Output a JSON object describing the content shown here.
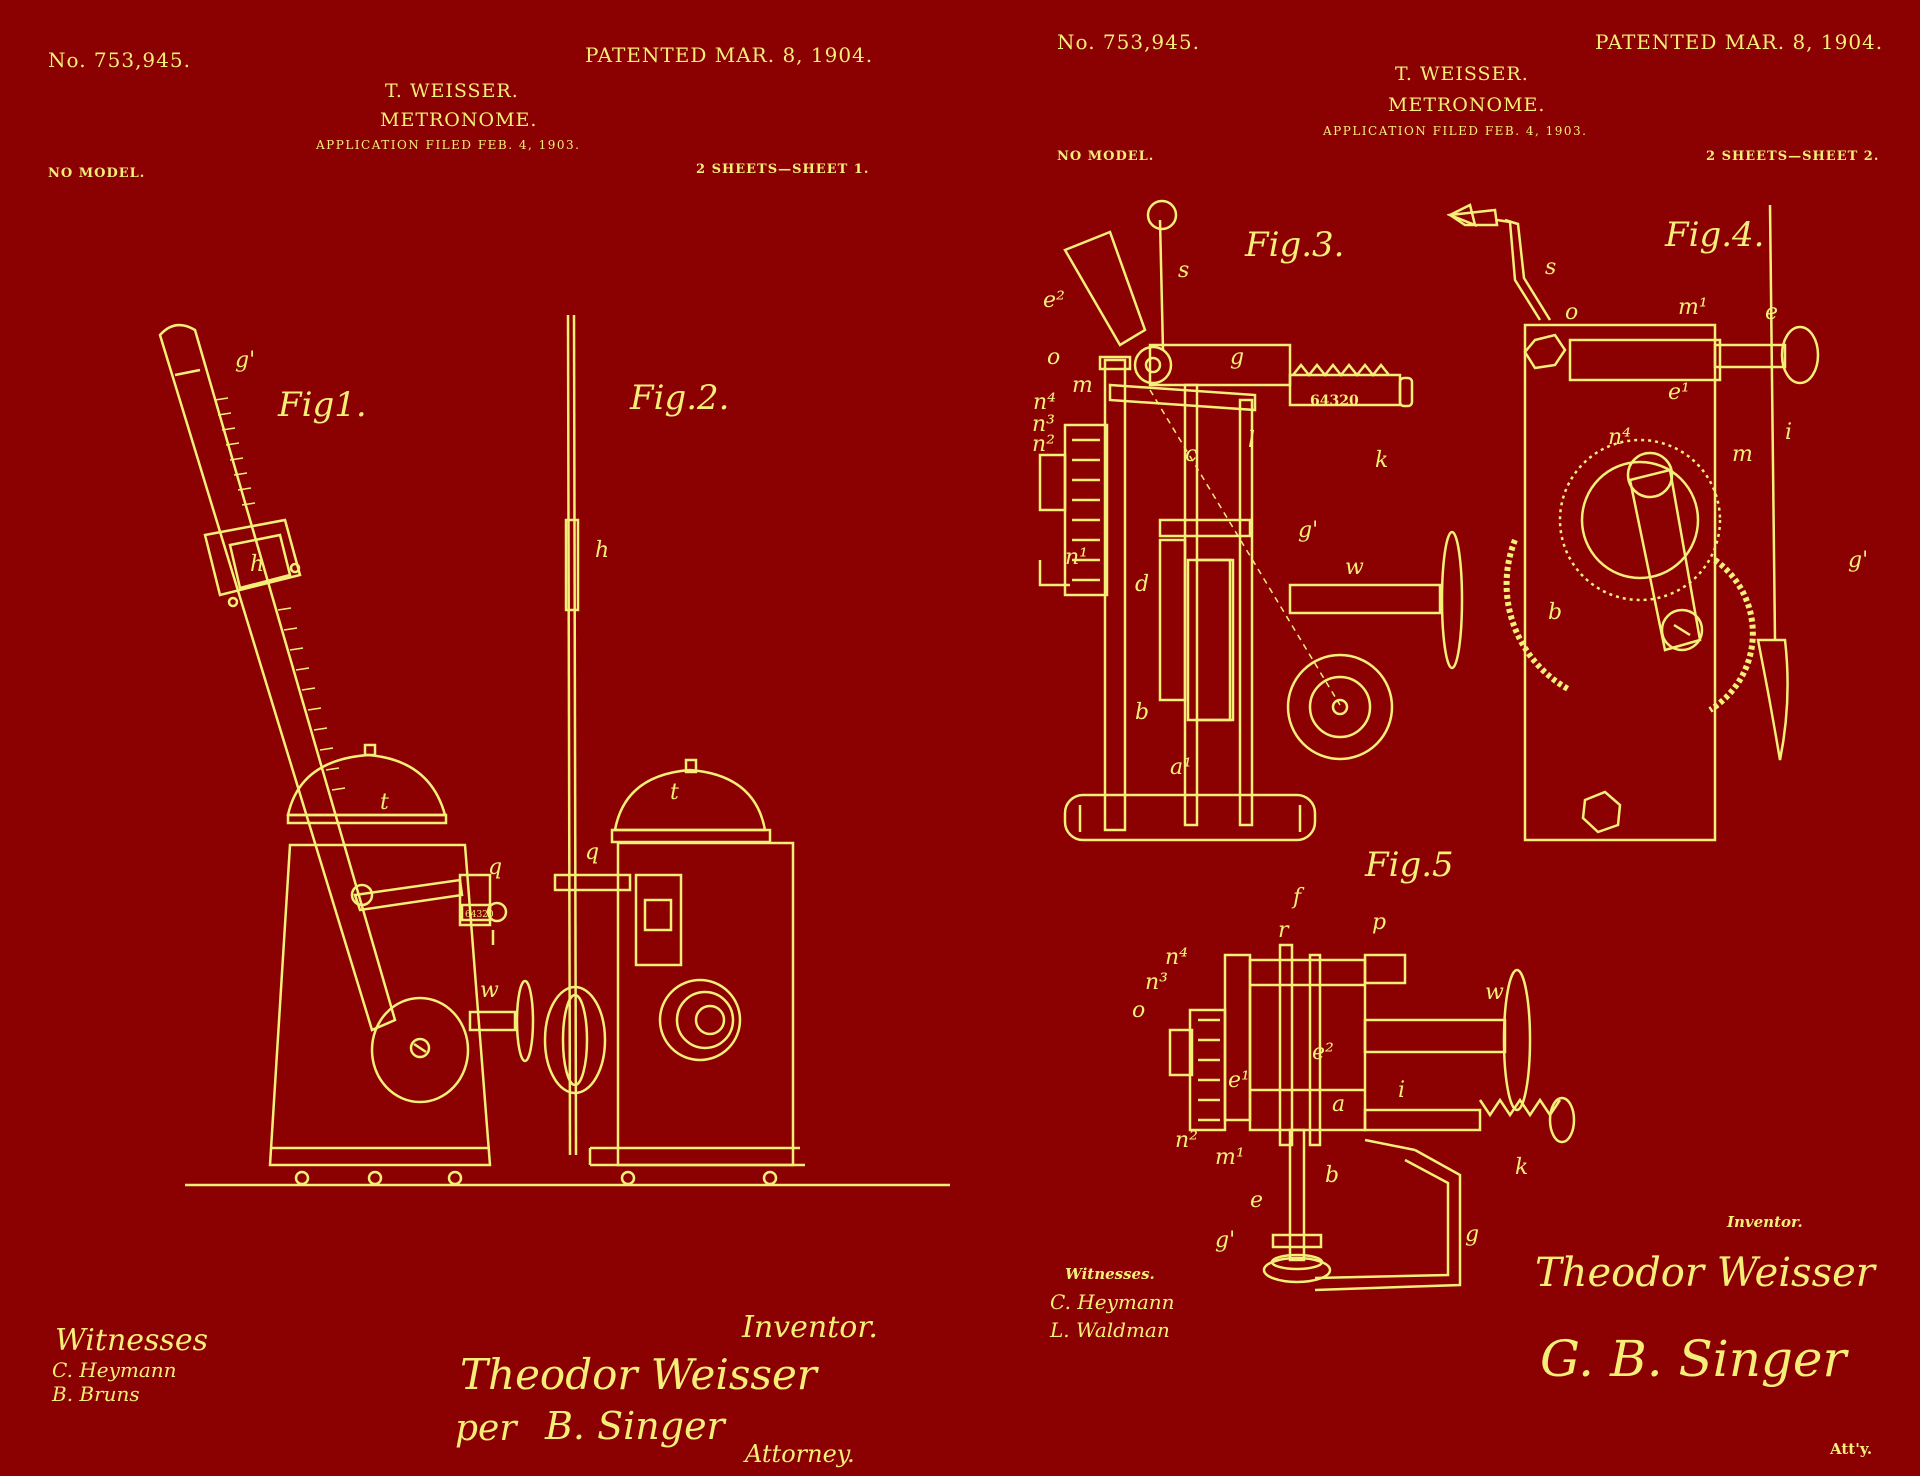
{
  "sheet1": {
    "patent_no": "No. 753,945.",
    "patented": "PATENTED MAR. 8, 1904.",
    "inventor_name": "T. WEISSER.",
    "title": "METRONOME.",
    "application": "APPLICATION FILED FEB. 4, 1903.",
    "model": "NO MODEL.",
    "sheets": "2 SHEETS—SHEET 1.",
    "fig1": "Fig1.",
    "fig2": "Fig.2.",
    "witnesses_label": "Witnesses",
    "witness1": "C. Heymann",
    "witness2": "B. Bruns",
    "inventor_label": "Inventor.",
    "signature": "Theodor Weisser",
    "per": "per",
    "attorney_sig": "B. Singer",
    "attorney_label": "Attorney.",
    "labels": {
      "g": "g'",
      "h": "h",
      "t1": "t",
      "q1": "q",
      "w": "w",
      "h2": "h",
      "q2": "q",
      "t2": "t",
      "num": "64320"
    }
  },
  "sheet2": {
    "patent_no": "No. 753,945.",
    "patented": "PATENTED MAR. 8, 1904.",
    "inventor_name": "T. WEISSER.",
    "title": "METRONOME.",
    "application": "APPLICATION FILED FEB. 4, 1903.",
    "model": "NO MODEL.",
    "sheets": "2 SHEETS—SHEET 2.",
    "fig3": "Fig.3.",
    "fig4": "Fig.4.",
    "fig5": "Fig.5",
    "witnesses_label": "Witnesses.",
    "witness1": "C. Heymann",
    "witness2": "L. Waldman",
    "inventor_label": "Inventor.",
    "signature": "Theodor Weisser",
    "attorney_sig": "G. B. Singer",
    "attorney_label": "Att'y.",
    "labels": {
      "e2": "e²",
      "o": "o",
      "m": "m",
      "n4": "n⁴",
      "n3": "n³",
      "n2": "n²",
      "s": "s",
      "g": "g",
      "k": "k",
      "l": "l",
      "c": "c",
      "gp": "g'",
      "w": "w",
      "n1": "n¹",
      "d": "d",
      "b": "b",
      "a1": "a¹",
      "num": "64320",
      "s4": "s",
      "o4": "o",
      "m1": "m¹",
      "e4": "e",
      "e14": "e¹",
      "i": "i",
      "m4": "m",
      "n44": "n⁴",
      "b4": "b",
      "g14": "g'",
      "f": "f",
      "r": "r",
      "p": "p",
      "n45": "n⁴",
      "n35": "n³",
      "o5": "o",
      "w5": "w",
      "e25": "e²",
      "e15": "e¹",
      "a5": "a",
      "i5": "i",
      "n25": "n²",
      "m15": "m¹",
      "b5": "b",
      "k5": "k",
      "e5": "e",
      "g15": "g'",
      "g5": "g"
    }
  }
}
